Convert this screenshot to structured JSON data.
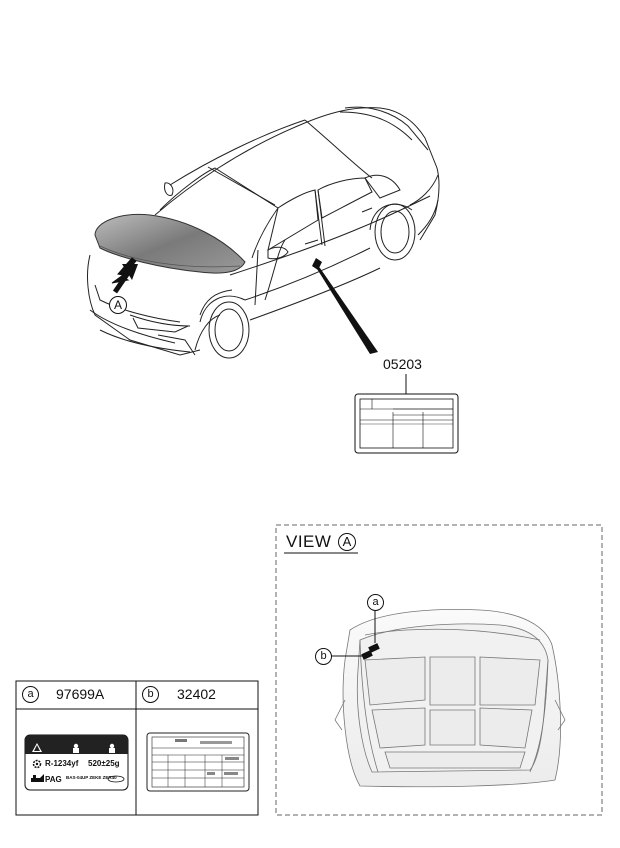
{
  "main_diagram": {
    "callout_a": "A",
    "label_part": "05203"
  },
  "view_panel": {
    "title": "VIEW",
    "ref_letter": "A",
    "callout_a": "a",
    "callout_b": "b"
  },
  "legend": {
    "cells": [
      {
        "letter": "a",
        "part": "97699A"
      },
      {
        "letter": "b",
        "part": "32402"
      }
    ],
    "refrigerant_text": "R-1234yf",
    "charge_text": "520±25g",
    "oil_text": "PAG",
    "oil_sub_text": "BAS-04UP ZEKE ZER40"
  },
  "icons": [
    "car-icon",
    "arrow-up-icon",
    "hood-icon",
    "warning-triangle-icon",
    "gear-icon",
    "oil-can-icon"
  ]
}
